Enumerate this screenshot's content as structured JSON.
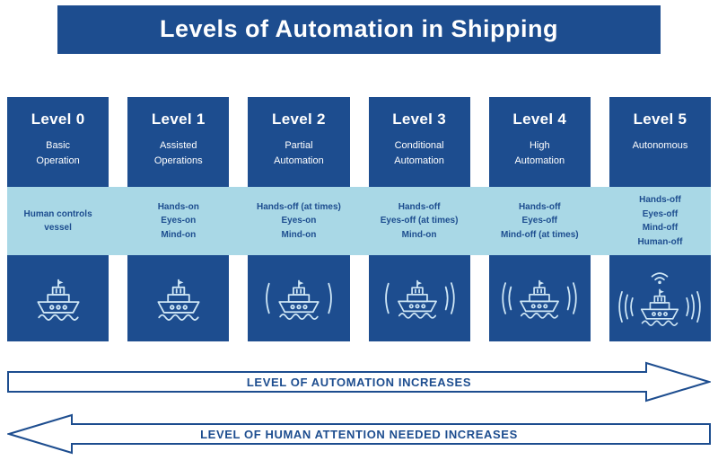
{
  "title": "Levels of Automation in Shipping",
  "colors": {
    "navy": "#1d4d8f",
    "band": "#a9d8e6",
    "ink": "#1d4d8f",
    "shipline": "#cfe7f6"
  },
  "columns": [
    {
      "level": "Level 0",
      "name_lines": [
        "Basic",
        "Operation"
      ],
      "attention_lines": [
        "Human controls",
        "vessel"
      ]
    },
    {
      "level": "Level 1",
      "name_lines": [
        "Assisted",
        "Operations"
      ],
      "attention_lines": [
        "Hands-on",
        "Eyes-on",
        "Mind-on"
      ]
    },
    {
      "level": "Level 2",
      "name_lines": [
        "Partial",
        "Automation"
      ],
      "attention_lines": [
        "Hands-off (at times)",
        "Eyes-on",
        "Mind-on"
      ]
    },
    {
      "level": "Level 3",
      "name_lines": [
        "Conditional",
        "Automation"
      ],
      "attention_lines": [
        "Hands-off",
        "Eyes-off (at times)",
        "Mind-on"
      ]
    },
    {
      "level": "Level 4",
      "name_lines": [
        "High",
        "Automation"
      ],
      "attention_lines": [
        "Hands-off",
        "Eyes-off",
        "Mind-off (at times)"
      ]
    },
    {
      "level": "Level 5",
      "name_lines": [
        "Autonomous"
      ],
      "attention_lines": [
        "Hands-off",
        "Eyes-off",
        "Mind-off",
        "Human-off"
      ]
    }
  ],
  "arrows": {
    "automation_label": "LEVEL OF AUTOMATION INCREASES",
    "attention_label": "LEVEL OF HUMAN ATTENTION NEEDED INCREASES"
  }
}
